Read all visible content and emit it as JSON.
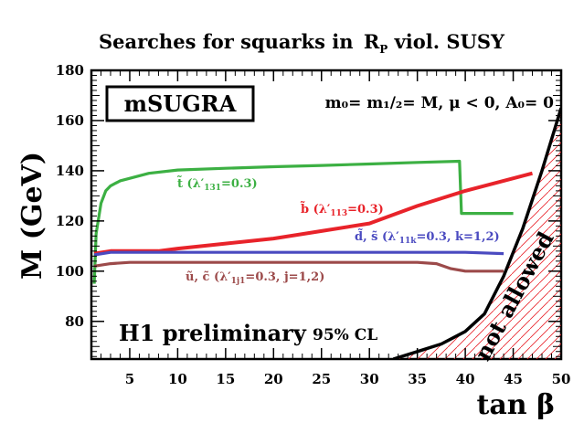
{
  "chart_data": {
    "type": "line",
    "title": "Searches for squarks in",
    "title_sub": "R",
    "title_subscript": "P",
    "title_rest": " viol. SUSY",
    "xlabel": "tan β",
    "ylabel": "M (GeV)",
    "xlim": [
      1,
      50
    ],
    "ylim": [
      65,
      180
    ],
    "x_ticks": [
      5,
      10,
      15,
      20,
      25,
      30,
      35,
      40,
      45,
      50
    ],
    "y_ticks": [
      80,
      100,
      120,
      140,
      160,
      180
    ],
    "grid": false,
    "annotations": {
      "model_box": "mSUGRA",
      "conditions": "m₀= m₁/₂= M,  μ < 0,  A₀= 0",
      "experiment": "H1 preliminary",
      "cl": "95% CL",
      "excluded_region": "not allowed"
    },
    "series": [
      {
        "name": "t̃ (λ′131=0.3)",
        "color": "#3cb043",
        "x": [
          1.3,
          1.5,
          2,
          2.5,
          3,
          4,
          5,
          7,
          10,
          15,
          20,
          25,
          30,
          35,
          39.4,
          39.6,
          40,
          42,
          45
        ],
        "y": [
          95,
          115,
          127,
          132,
          134,
          136,
          137,
          139,
          140.3,
          141,
          141.6,
          142.1,
          142.7,
          143.3,
          143.8,
          123,
          123,
          123,
          123
        ]
      },
      {
        "name": "b̃ (λ′113=0.3)",
        "color": "#e8232a",
        "x": [
          1.3,
          3,
          5,
          8,
          10,
          15,
          20,
          25,
          30,
          35,
          40,
          43,
          45,
          47
        ],
        "y": [
          107,
          108,
          108,
          108,
          109,
          111,
          113,
          116,
          119,
          126,
          132,
          135,
          137,
          139
        ]
      },
      {
        "name": "d̃, s̃ (λ′11k=0.3, k=1,2)",
        "color": "#4a4ac0",
        "x": [
          1.3,
          3,
          5,
          10,
          20,
          30,
          40,
          44
        ],
        "y": [
          106.5,
          107.5,
          107.5,
          107.5,
          107.5,
          107.5,
          107.5,
          107
        ]
      },
      {
        "name": "ũ, c̃ (λ′1j1=0.3, j=1,2)",
        "color": "#9c4a4a",
        "x": [
          1.3,
          3,
          5,
          10,
          20,
          30,
          35,
          37,
          38.5,
          40,
          42,
          44
        ],
        "y": [
          102,
          103,
          103.5,
          103.5,
          103.5,
          103.5,
          103.5,
          103,
          101,
          100,
          100,
          100
        ]
      }
    ],
    "boundary": {
      "name": "not allowed",
      "color": "#000000",
      "hatch_color": "#e8232a",
      "x": [
        32.5,
        35,
        37.5,
        40,
        42,
        44,
        46,
        48,
        50
      ],
      "y": [
        65,
        68,
        71,
        76,
        83,
        98,
        117,
        140,
        165
      ]
    }
  }
}
